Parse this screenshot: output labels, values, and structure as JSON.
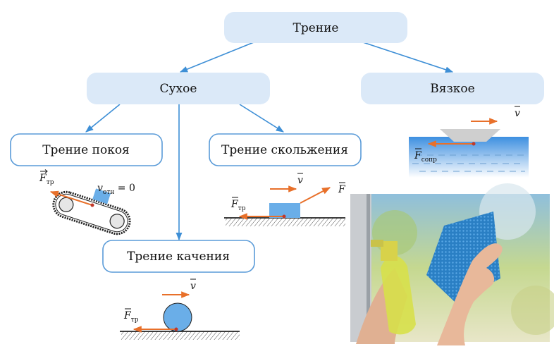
{
  "nodes": {
    "root": "Трение",
    "dry": "Сухое",
    "viscous": "Вязкое",
    "static": "Трение покоя",
    "sliding": "Трение скольжения",
    "rolling": "Трение качения"
  },
  "labels": {
    "friction_force": "F",
    "friction_sub": "тр",
    "velocity": "v",
    "force": "F",
    "resist_force": "F",
    "resist_sub": "сопр",
    "relative_velocity": "v",
    "relative_sub": "отн",
    "relative_value": " = 0"
  },
  "colors": {
    "node_fill": "#dbe9f8",
    "node_border": "#5a9bd8",
    "edge": "#3e8fd6",
    "force_arrow": "#e8702a",
    "body": "#6aaee8"
  },
  "photo": {
    "subject": "hand wiping a window with a blue cloth and a yellow spray bottle"
  }
}
